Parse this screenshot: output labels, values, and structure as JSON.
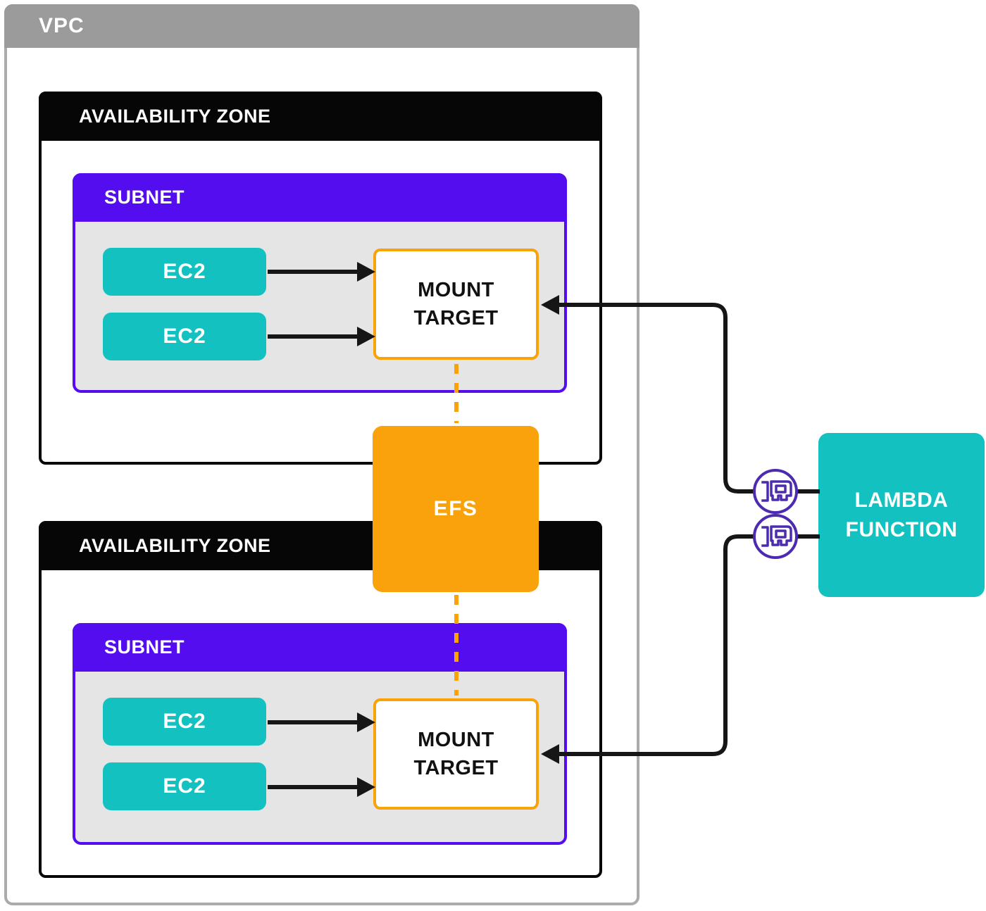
{
  "colors": {
    "vpc_gray": "#9B9B9B",
    "vpc_border_gray": "#ABABAB",
    "az_black": "#060606",
    "subnet_purple": "#530DEE",
    "subnet_body_gray": "#E5E5E5",
    "teal": "#12C1C0",
    "orange": "#F9A20C",
    "icon_purple": "#4D2BB0",
    "line_black": "#161616",
    "mount_target_text": "#111111"
  },
  "vpc": {
    "label": "VPC"
  },
  "availability_zones": [
    {
      "label": "AVAILABILITY ZONE",
      "subnet": {
        "label": "SUBNET",
        "ec2_instances": [
          {
            "label": "EC2"
          },
          {
            "label": "EC2"
          }
        ],
        "mount_target": {
          "label_line1": "MOUNT",
          "label_line2": "TARGET"
        }
      }
    },
    {
      "label": "AVAILABILITY ZONE",
      "subnet": {
        "label": "SUBNET",
        "ec2_instances": [
          {
            "label": "EC2"
          },
          {
            "label": "EC2"
          }
        ],
        "mount_target": {
          "label_line1": "MOUNT",
          "label_line2": "TARGET"
        }
      }
    }
  ],
  "efs": {
    "label": "EFS"
  },
  "lambda_function": {
    "label_line1": "LAMBDA",
    "label_line2": "FUNCTION"
  },
  "network_interfaces": [
    {
      "icon": "elastic-network-interface"
    },
    {
      "icon": "elastic-network-interface"
    }
  ]
}
